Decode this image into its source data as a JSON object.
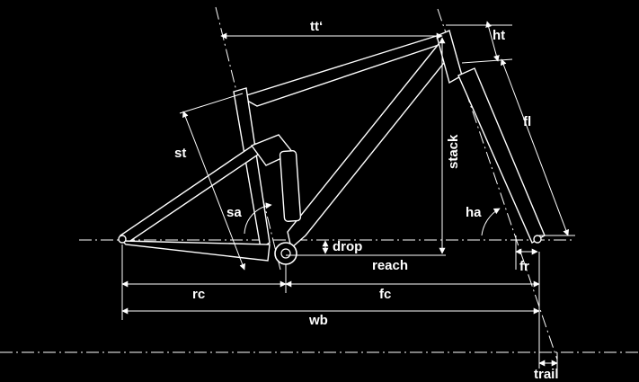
{
  "diagram": {
    "labels": {
      "tt": "tt‘",
      "ht": "ht",
      "fl": "fl",
      "st": "st",
      "stack": "stack",
      "sa": "sa",
      "ha": "ha",
      "drop": "drop",
      "reach": "reach",
      "fr": "fr",
      "rc": "rc",
      "fc": "fc",
      "wb": "wb",
      "trail": "trail"
    },
    "colors": {
      "background": "#000000",
      "lines": "#ffffff"
    }
  }
}
